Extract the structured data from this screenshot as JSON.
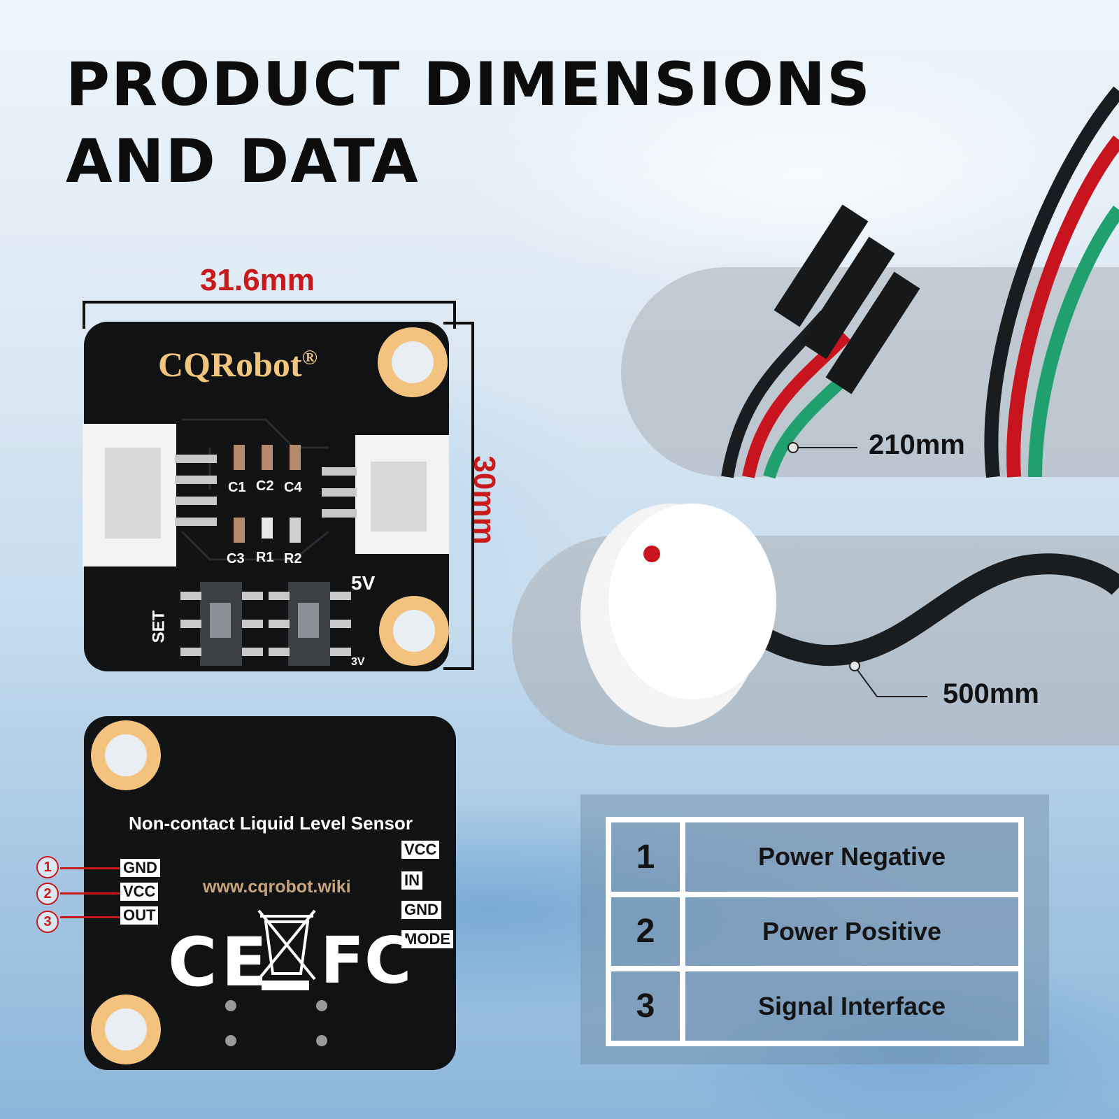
{
  "title": {
    "line1": "PRODUCT DIMENSIONS",
    "line2": "AND DATA"
  },
  "dimensions": {
    "width": "31.6mm",
    "height": "30mm",
    "cable_length": "210mm",
    "probe_cable_length": "500mm"
  },
  "pcb_top": {
    "brand": "CQRobot",
    "registered": "®",
    "labels": {
      "c1": "C1",
      "c2": "C2",
      "c4": "C4",
      "c3": "C3",
      "r1": "R1",
      "r2": "R2",
      "v5": "5V",
      "v3": "3V",
      "set": "SET"
    }
  },
  "pcb_bottom": {
    "title": "Non-contact Liquid Level Sensor",
    "url": "www.cqrobot.wiki",
    "left_pins": [
      {
        "num": "1",
        "label": "GND"
      },
      {
        "num": "2",
        "label": "VCC"
      },
      {
        "num": "3",
        "label": "OUT"
      }
    ],
    "right_pins": [
      "VCC",
      "IN",
      "GND",
      "MODE"
    ],
    "cert_ce": "CE",
    "cert_fc": "FC"
  },
  "pin_table": [
    {
      "num": "1",
      "desc": "Power Negative"
    },
    {
      "num": "2",
      "desc": "Power Positive"
    },
    {
      "num": "3",
      "desc": "Signal Interface"
    }
  ],
  "colors": {
    "dimension_red": "#c81a1a",
    "pcb_black": "#101214",
    "brand_gold": "#f1c57b",
    "wire_black": "#1a1d1f",
    "wire_red": "#c8141e",
    "wire_green": "#1fa06e"
  }
}
